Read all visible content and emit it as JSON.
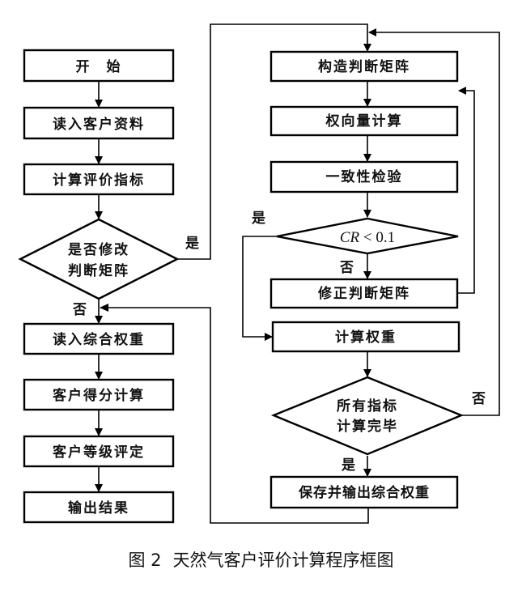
{
  "nodes": {
    "start": "开　始",
    "read_customer": "读入客户资料",
    "calc_index": "计算评价指标",
    "modify_question": [
      "是否修改",
      "判断矩阵"
    ],
    "read_weight": "读入综合权重",
    "score_calc": "客户得分计算",
    "grade_eval": "客户等级评定",
    "output_result": "输出结果",
    "build_matrix": "构造判断矩阵",
    "vector_calc": "权向量计算",
    "consistency": "一致性检验",
    "cr_check": {
      "var": "CR",
      "op": " < ",
      "val": "0.1"
    },
    "fix_matrix": "修正判断矩阵",
    "calc_weight": "计算权重",
    "all_done": [
      "所有指标",
      "计算完毕"
    ],
    "save_output": "保存并输出综合权重"
  },
  "labels": {
    "yes": "是",
    "no": "否"
  },
  "caption": {
    "figure": "图 2",
    "title": "天然气客户评价计算程序框图"
  }
}
